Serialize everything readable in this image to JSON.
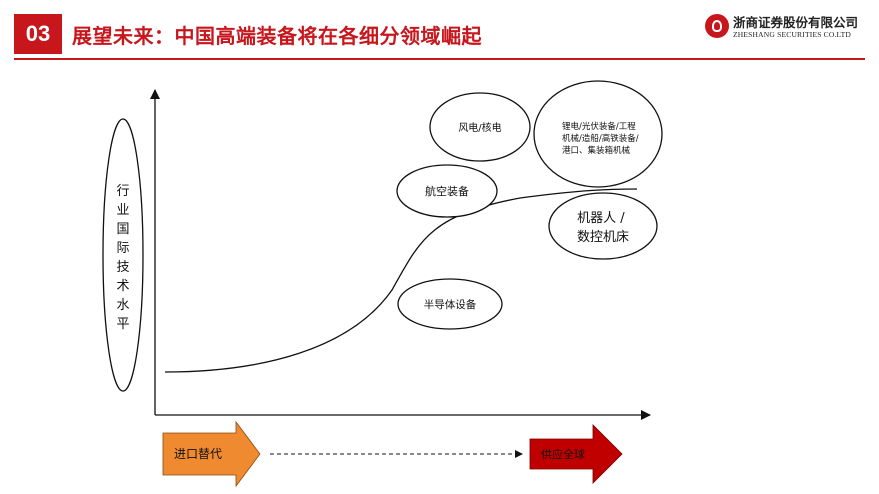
{
  "header": {
    "section_number": "03",
    "title": "展望未来：中国高端装备将在各细分领域崛起"
  },
  "logo": {
    "name_cn": "浙商证券股份有限公司",
    "name_en": "ZHESHANG SECURITIES CO.LTD"
  },
  "diagram": {
    "y_axis_label": "行业国际技术水平",
    "bubbles": [
      {
        "label": "风电/核电"
      },
      {
        "label": "锂电/光伏装备/工程机械/造船/高铁装备/港口、集装箱机械"
      },
      {
        "label": "航空装备"
      },
      {
        "label": "机器人 / 数控机床"
      },
      {
        "label": "半导体设备"
      }
    ],
    "arrows": {
      "start_label": "进口替代",
      "end_label": "供应全球",
      "start_color": "#f08a30",
      "end_color": "#c00000"
    }
  },
  "colors": {
    "brand_red": "#c8161d"
  }
}
